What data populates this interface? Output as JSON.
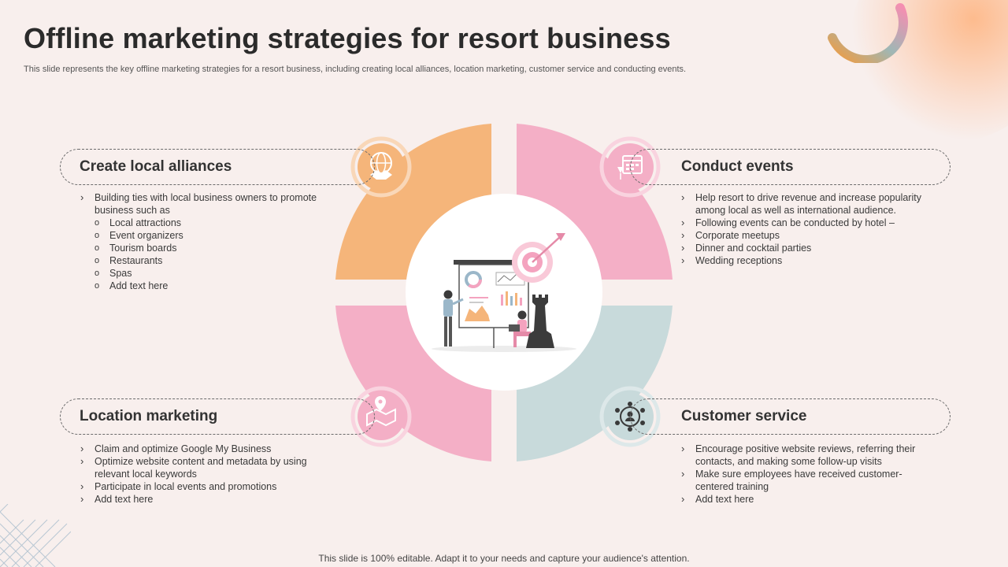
{
  "slide": {
    "title": "Offline marketing strategies for resort business",
    "subtitle": "This slide represents the key offline marketing strategies for a resort business, including creating local alliances, location marketing, customer service and conducting events.",
    "footer": "This slide is 100% editable. Adapt it to your needs and capture your audience's attention."
  },
  "colors": {
    "orange": "#f5b57a",
    "pink": "#f4afc6",
    "teal": "#c8dadb",
    "background": "#f8efed"
  },
  "sections": {
    "create_local_alliances": {
      "heading": "Create local alliances",
      "icon": "handshake-globe-icon",
      "bullets": [
        "Building ties with local business owners   to promote business such as"
      ],
      "sub_bullets": [
        "Local attractions",
        "Event organizers",
        "Tourism boards",
        "Restaurants",
        "Spas",
        "Add text here"
      ]
    },
    "conduct_events": {
      "heading": "Conduct events",
      "icon": "calendar-event-icon",
      "bullets": [
        "Help resort to drive  revenue  and increase popularity among local as well as international audience.",
        "Following events can be conducted by hotel –",
        "Corporate  meetups",
        "Dinner  and cocktail parties",
        "Wedding receptions"
      ]
    },
    "location_marketing": {
      "heading": "Location marketing",
      "icon": "map-location-icon",
      "bullets": [
        "Claim and optimize Google My Business",
        "Optimize website content and metadata by using relevant  local keywords",
        "Participate in local events  and promotions",
        "Add text here"
      ]
    },
    "customer_service": {
      "heading": "Customer service",
      "icon": "customer-network-icon",
      "bullets": [
        "Encourage positive website reviews,  referring  their contacts, and making some follow-up  visits",
        "Make sure  employees have received  customer-centered training",
        "Add text here"
      ]
    }
  },
  "center_illustration": "business-strategy-illustration"
}
